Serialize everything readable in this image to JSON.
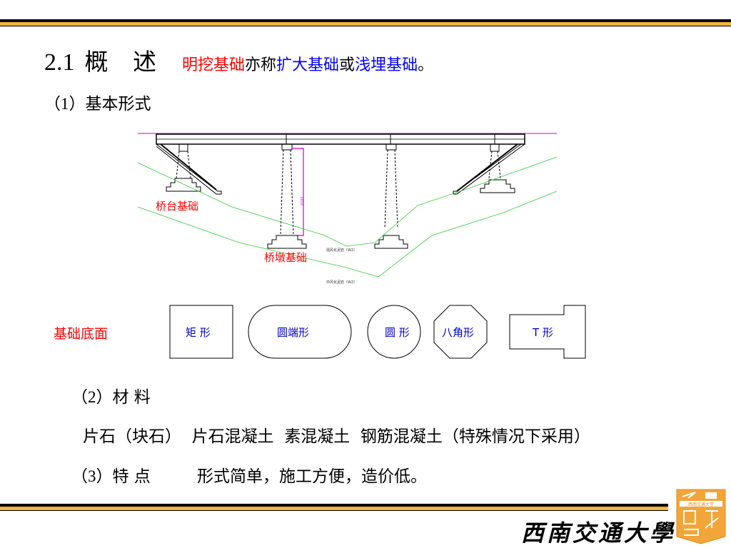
{
  "header": {},
  "title": {
    "number": "2.1",
    "heading": "概 述",
    "part1": "明挖基础",
    "part2": "亦称",
    "part3": "扩大基础",
    "part4": "或",
    "part5": "浅埋基础",
    "part6": "。"
  },
  "section1": {
    "paren": "（1）",
    "label": "基本形式"
  },
  "diagram": {
    "label_abutment": "桥台基础",
    "label_pier": "桥墩基础",
    "small_label_1": "强风化泥岩（W2）",
    "small_label_2": "中风化泥岩（W2）",
    "dim_text": "1810"
  },
  "shapes": {
    "row_label": "基础底面",
    "rect": "矩 形",
    "round_end": "圆端形",
    "circle": "圆 形",
    "octagon": "八角形",
    "t_shape": "T 形"
  },
  "section2": {
    "paren": "（2）",
    "label": "材 料",
    "materials": "片石（块石）  片石混凝土  素混凝土  钢筋混凝土（特殊情况下采用）"
  },
  "section3": {
    "paren": "（3）",
    "label": "特 点",
    "text": "形式简单，施工方便，造价低。"
  },
  "footer": {
    "university_calligraphy": "西南交通大學",
    "logo_text": "西南交通大学"
  },
  "colors": {
    "accent_bar": "#f6b33e",
    "red": "#ff0000",
    "blue": "#0000ff",
    "logo": "#f2a63a"
  }
}
